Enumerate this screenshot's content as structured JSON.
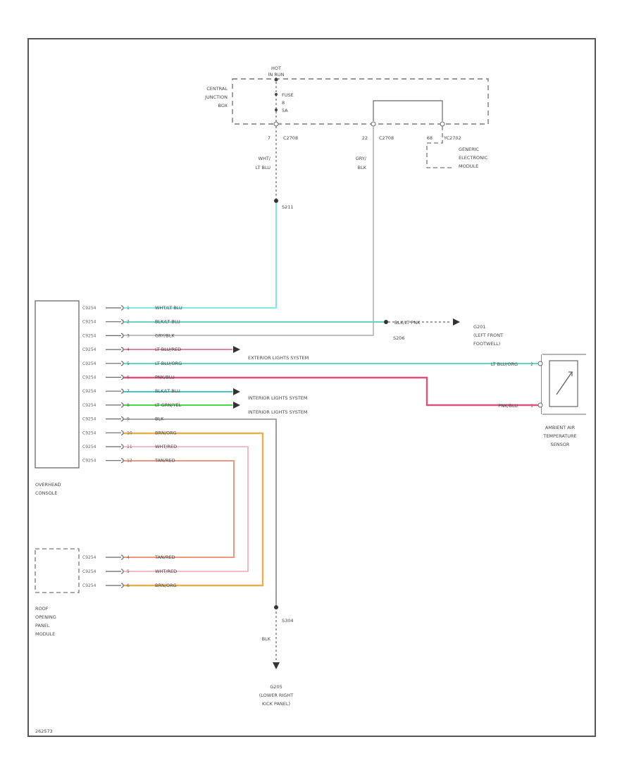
{
  "diagram": {
    "id_code": "262573",
    "central_junction_box": {
      "hot_label": "HOT",
      "hot_state": "IN RUN",
      "fuse_label": "FUSE",
      "fuse_number": "8",
      "fuse_amps": "5A",
      "name_lines": [
        "CENTRAL",
        "JUNCTION",
        "BOX"
      ]
    },
    "connectors": {
      "c2_pin": "7",
      "c2_name": "C2708",
      "c3_pin": "22",
      "c3_name": "C2708",
      "c4_pin": "68",
      "c4_name": "YC2702"
    },
    "gem_lines": [
      "GENERIC",
      "ELECTRONIC",
      "MODULE"
    ],
    "feed_wire_lines": [
      "WHT/",
      "LT BLU"
    ],
    "gray_wire_lines": [
      "GRY/",
      "BLK"
    ],
    "splices": {
      "s211": "S211",
      "s206_wire": "BLK/LT PNK",
      "s206": "S206",
      "s304": "S304"
    },
    "g201_lines": [
      "G201",
      "(LEFT FRONT",
      "FOOTWELL)"
    ],
    "g205_lines": [
      "G205",
      "(LOWER RIGHT",
      "KICK PANEL)"
    ],
    "ground_wire": "BLK",
    "overhead_console_lines": [
      "OVERHEAD",
      "CONSOLE"
    ],
    "roof_module_lines": [
      "ROOF",
      "OPENING",
      "PANEL",
      "MODULE"
    ],
    "ambient_lines": [
      "AMBIENT AIR",
      "TEMPERATURE",
      "SENSOR"
    ],
    "ambient_pins": [
      "2",
      "1"
    ],
    "ambient_wires": [
      "LT BLU/ORG",
      "PNK/BLU"
    ],
    "overhead_pins": [
      {
        "conn": "C9254",
        "pin": "1",
        "wire": "WHT/LT BLU",
        "color": "#7fe8e8"
      },
      {
        "conn": "C9254",
        "pin": "2",
        "wire": "BLK/LT BLU",
        "color": "#64d2c8"
      },
      {
        "conn": "C9254",
        "pin": "3",
        "wire": "GRY/BLK",
        "color": "#a8a8a8"
      },
      {
        "conn": "C9254",
        "pin": "4",
        "wire": "LT BLU/RED",
        "color": "#e05a80"
      },
      {
        "conn": "C9254",
        "pin": "5",
        "wire": "LT BLU/ORG",
        "color": "#5fd6c6"
      },
      {
        "conn": "C9254",
        "pin": "6",
        "wire": "PNK/BLU",
        "color": "#e0507a"
      },
      {
        "conn": "C9254",
        "pin": "7",
        "wire": "BLK/LT BLU",
        "color": "#46c8c8"
      },
      {
        "conn": "C9254",
        "pin": "8",
        "wire": "LT GRN/YEL",
        "color": "#46dc46"
      },
      {
        "conn": "C9254",
        "pin": "9",
        "wire": "BLK",
        "color": "#888888"
      },
      {
        "conn": "C9254",
        "pin": "10",
        "wire": "BRN/ORG",
        "color": "#e8b04a"
      },
      {
        "conn": "C9254",
        "pin": "11",
        "wire": "WHT/RED",
        "color": "#f2a6b4"
      },
      {
        "conn": "C9254",
        "pin": "12",
        "wire": "TAN/RED",
        "color": "#f0967a"
      }
    ],
    "system_labels": {
      "exterior": "EXTERIOR LIGHTS SYSTEM",
      "interior_1": "INTERIOR LIGHTS SYSTEM",
      "interior_2": "INTERIOR LIGHTS SYSTEM"
    },
    "roof_pins": [
      {
        "conn": "C9254",
        "pin": "4",
        "wire": "TAN/RED",
        "color": "#f0967a"
      },
      {
        "conn": "C9254",
        "pin": "5",
        "wire": "WHT/RED",
        "color": "#f2a6b4"
      },
      {
        "conn": "C9254",
        "pin": "6",
        "wire": "BRN/ORG",
        "color": "#e8b04a"
      }
    ]
  }
}
